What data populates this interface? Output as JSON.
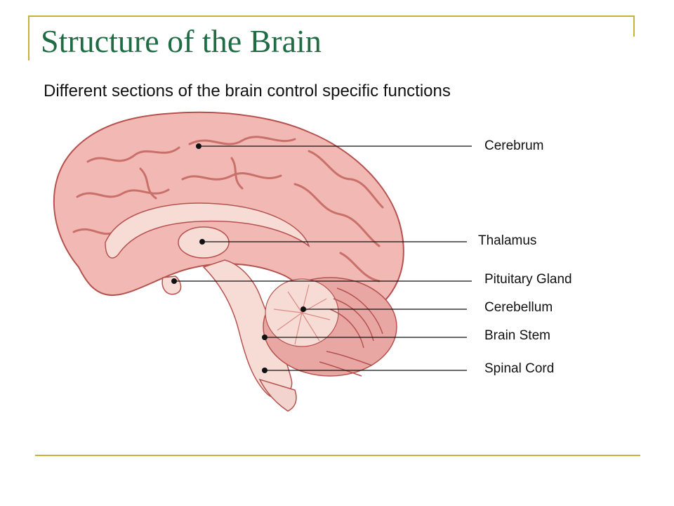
{
  "slide": {
    "title": "Structure of the Brain",
    "subtitle": "Different sections of the brain control specific functions"
  },
  "labels": {
    "cerebrum": "Cerebrum",
    "thalamus": "Thalamus",
    "pituitary": "Pituitary Gland",
    "cerebellum": "Cerebellum",
    "brain_stem": "Brain Stem",
    "spinal_cord": "Spinal Cord"
  },
  "colors": {
    "accent_rule": "#c9b03a",
    "title": "#1f6b44",
    "brain_fill": "#f2b8b4",
    "brain_stroke": "#b5524f",
    "inner_fill": "#f7dcd6"
  }
}
